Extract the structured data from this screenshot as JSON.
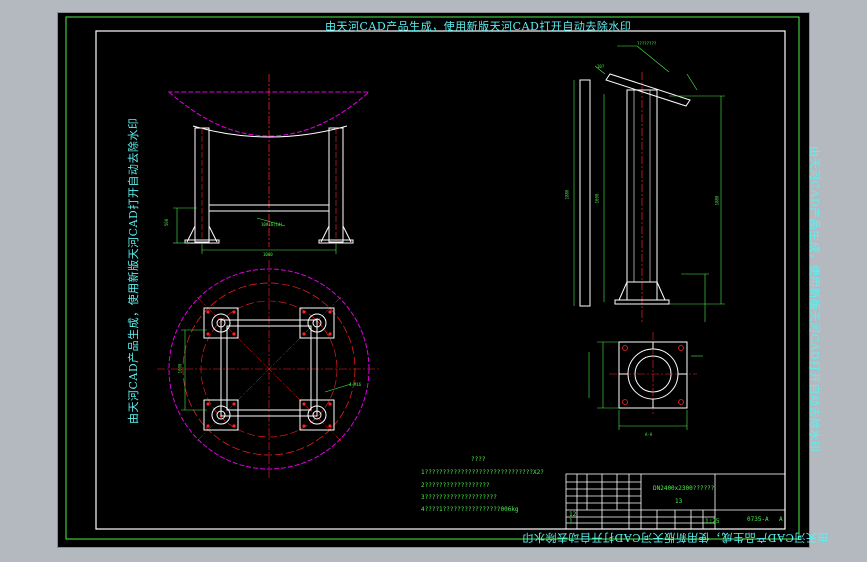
{
  "watermarks": {
    "top": "由天河CAD产品生成，使用新版天河CAD打开自动去除水印",
    "bottom": "由天河CAD产品生成，使用新版天河CAD打开自动去除水印",
    "left": "由天河CAD产品生成，使用新版天河CAD打开自动去除水印",
    "right": "由天河CAD产品生成，使用新版天河CAD打开自动去除水印"
  },
  "notes": {
    "heading": "????",
    "line1": "1??????????????????????????????X2?",
    "line2": "2??????????????????",
    "line3": "3????????????????????",
    "line4": "4????1????????????????006kg"
  },
  "annotations": {
    "front_width": "1000",
    "front_height": "500",
    "front_leader": "10#16(14)",
    "plan_dim": "1000",
    "plan_leader": "4-M16",
    "side_top_label": "????????",
    "side_angle_label": "10?",
    "side_dim1": "1880",
    "side_dim2": "1600",
    "side_dim3": "1880",
    "base_label": "A-A"
  },
  "title_block": {
    "drawing_name": "DN2400x2300??????",
    "sub_label": "13",
    "drawing_number": "0735-A",
    "sheet": "A",
    "scale": "1:25",
    "row_label_a": "12",
    "row_label_b": "1"
  },
  "colors": {
    "frame": "#4cf04c",
    "outline": "#ffffff",
    "centerline": "#ff2020",
    "phantom": "#e000e0",
    "dimension": "#4cf04c",
    "watermark": "#5cf0f0"
  }
}
